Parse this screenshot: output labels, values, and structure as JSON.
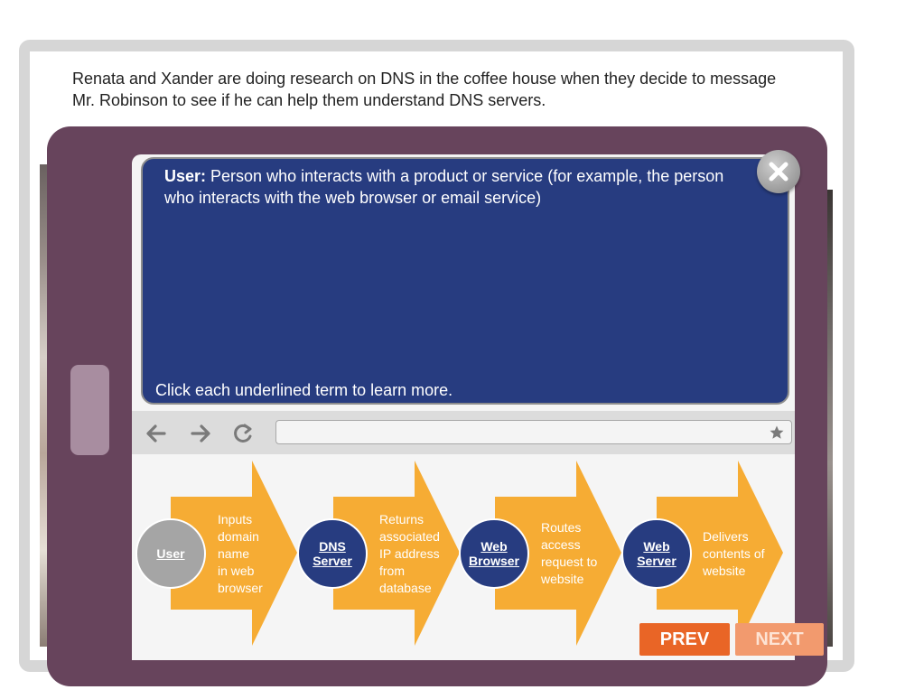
{
  "intro": "Renata and Xander are doing research on DNS in the coffee house when they decide to message Mr. Robinson to see if he can help them understand DNS servers.",
  "definition": {
    "term": "User:",
    "text": " Person who interacts with a product or service (for example, the person who interacts with the web browser or email service)"
  },
  "hint": "Click each underlined term to learn more.",
  "browser": {
    "back_icon": "arrow-left-icon",
    "forward_icon": "arrow-right-icon",
    "reload_icon": "reload-icon",
    "bookmark_icon": "star-icon",
    "address_value": ""
  },
  "steps": [
    {
      "term": "User",
      "description": "Inputs domain name in web browser",
      "lines": [
        "Inputs",
        "domain",
        "name",
        "in web",
        "browser"
      ]
    },
    {
      "term": "DNS Server",
      "description": "Returns associated IP address from database",
      "lines": [
        "Returns",
        "associated",
        "IP address",
        "from",
        "database"
      ]
    },
    {
      "term": "Web Browser",
      "description": "Routes access request to website",
      "lines": [
        "Routes",
        "access",
        "request to",
        "website"
      ]
    },
    {
      "term": "Web Server",
      "description": "Delivers contents of website",
      "lines": [
        "Delivers",
        "contents of",
        "website"
      ]
    }
  ],
  "buttons": {
    "prev": "PREV",
    "next": "NEXT"
  },
  "colors": {
    "tablet": "#67445c",
    "panel": "#273c80",
    "arrow": "#f6ac34",
    "prev": "#e96526",
    "next": "#f29a6e"
  }
}
